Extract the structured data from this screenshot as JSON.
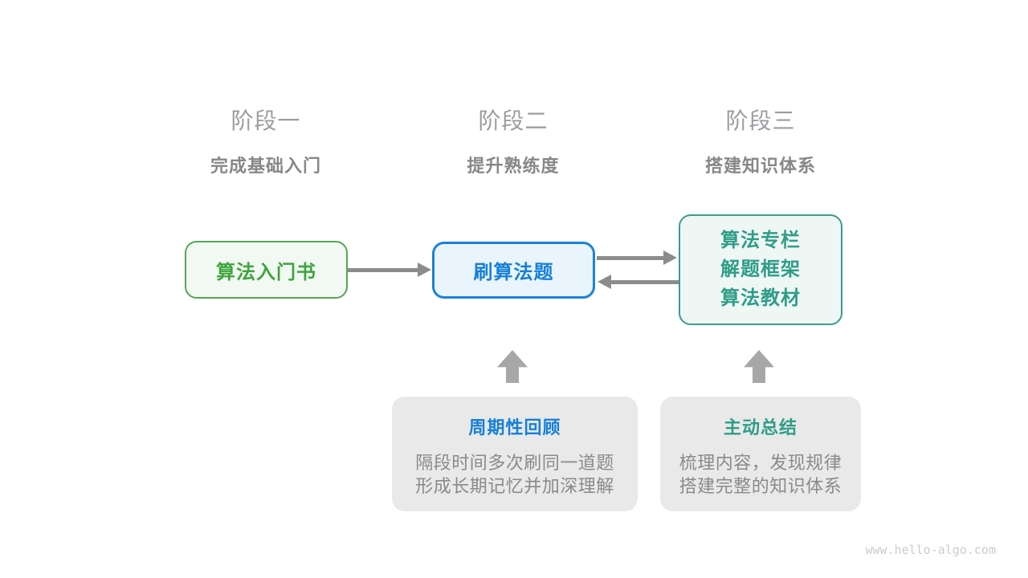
{
  "stages": [
    {
      "label": "阶段一",
      "subtitle": "完成基础入门"
    },
    {
      "label": "阶段二",
      "subtitle": "提升熟练度"
    },
    {
      "label": "阶段三",
      "subtitle": "搭建知识体系"
    }
  ],
  "nodes": {
    "intro_book": {
      "label": "算法入门书"
    },
    "practice": {
      "label": "刷算法题"
    },
    "resources": {
      "lines": [
        "算法专栏",
        "解题框架",
        "算法教材"
      ]
    }
  },
  "notes": [
    {
      "title": "周期性回顾",
      "lines": [
        "隔段时间多次刷同一道题",
        "形成长期记忆并加深理解"
      ]
    },
    {
      "title": "主动总结",
      "lines": [
        "梳理内容，发现规律",
        "搭建完整的知识体系"
      ]
    }
  ],
  "watermark": "www.hello-algo.com",
  "colors": {
    "stage_label": "#9b9da0",
    "stage_subtitle": "#858789",
    "green_text": "#3fa43f",
    "green_border": "#55a555",
    "green_bg": "#f2f9f2",
    "blue_text": "#1680d8",
    "blue_border": "#1b82db",
    "blue_bg": "#eaf4fc",
    "teal_text": "#2f9d88",
    "teal_border": "#3d9b8d",
    "teal_bg": "#eff7f5",
    "note_bg": "#e9e9e9",
    "note_body_text": "#8a8a8a",
    "arrow": "#8c8c8c",
    "block_arrow": "#a7a7a7",
    "watermark": "#c9ccce"
  }
}
